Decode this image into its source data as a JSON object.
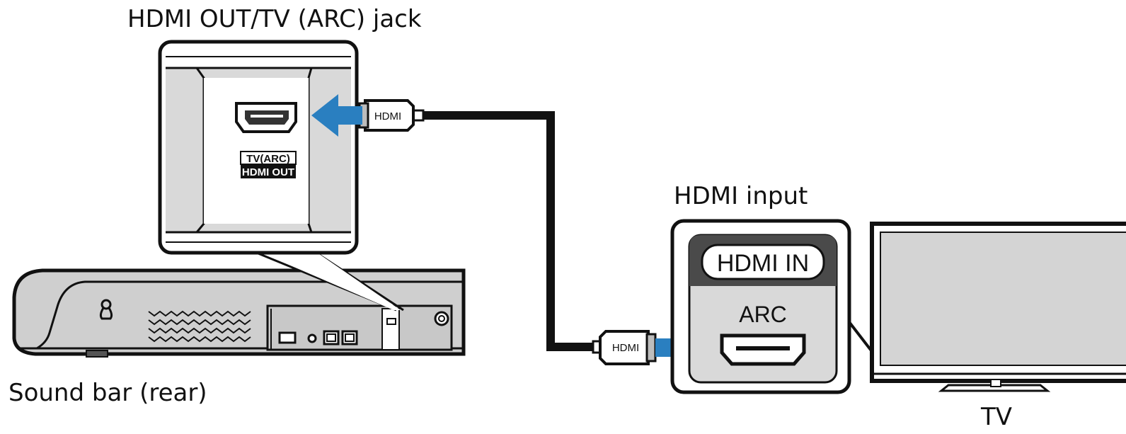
{
  "labels": {
    "jack_title": "HDMI OUT/TV (ARC) jack",
    "hdmi_input_title": "HDMI input",
    "soundbar_caption": "Sound bar (rear)",
    "tv_caption": "TV"
  },
  "soundbar_panel": {
    "label_top": "TV(ARC)",
    "label_bottom": "HDMI OUT"
  },
  "tv_panel": {
    "header": "HDMI IN",
    "port_label": "ARC"
  },
  "cable": {
    "plug_top_text": "HDMI",
    "plug_bottom_text": "HDMI"
  },
  "colors": {
    "arrow": "#2a7fc0",
    "panel_gray": "#d9d9d9",
    "dark_header": "#4a4a4a",
    "tv_screen": "#d4d4d4"
  },
  "icons": [
    "hdmi-port-icon",
    "arrow-left-icon",
    "arrow-right-icon",
    "keyhole-icon",
    "usb-port-icon",
    "optical-port-icon"
  ]
}
